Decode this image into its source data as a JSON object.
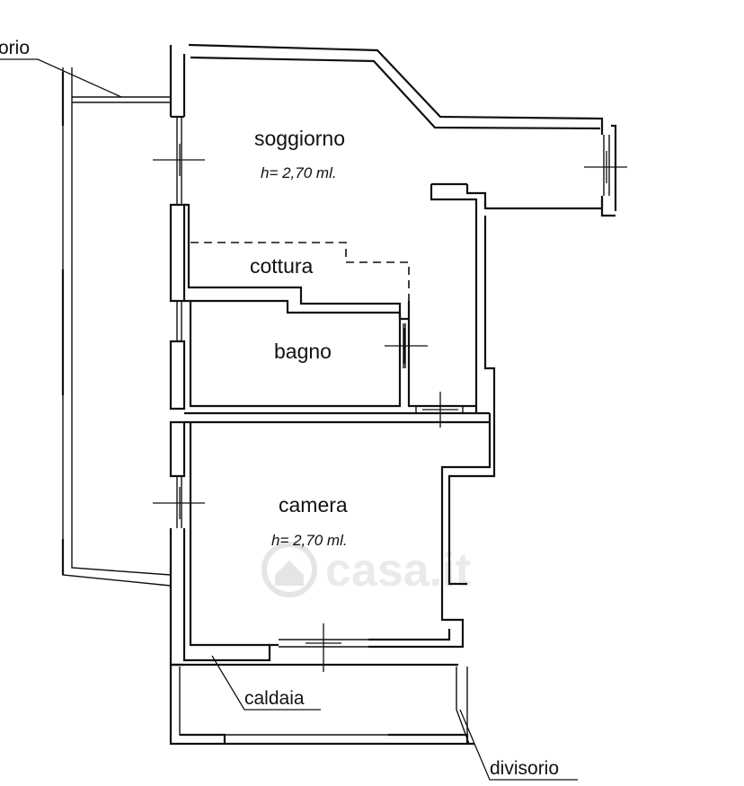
{
  "rooms": {
    "soggiorno": {
      "name": "soggiorno",
      "height": "h= 2,70 ml."
    },
    "cottura": {
      "name": "cottura"
    },
    "bagno": {
      "name": "bagno"
    },
    "camera": {
      "name": "camera",
      "height": "h= 2,70 ml."
    }
  },
  "callouts": {
    "top_left": "orio",
    "caldaia": "caldaia",
    "divisorio": "divisorio"
  },
  "watermark": {
    "text": "casa.it",
    "icon": "house-icon"
  }
}
